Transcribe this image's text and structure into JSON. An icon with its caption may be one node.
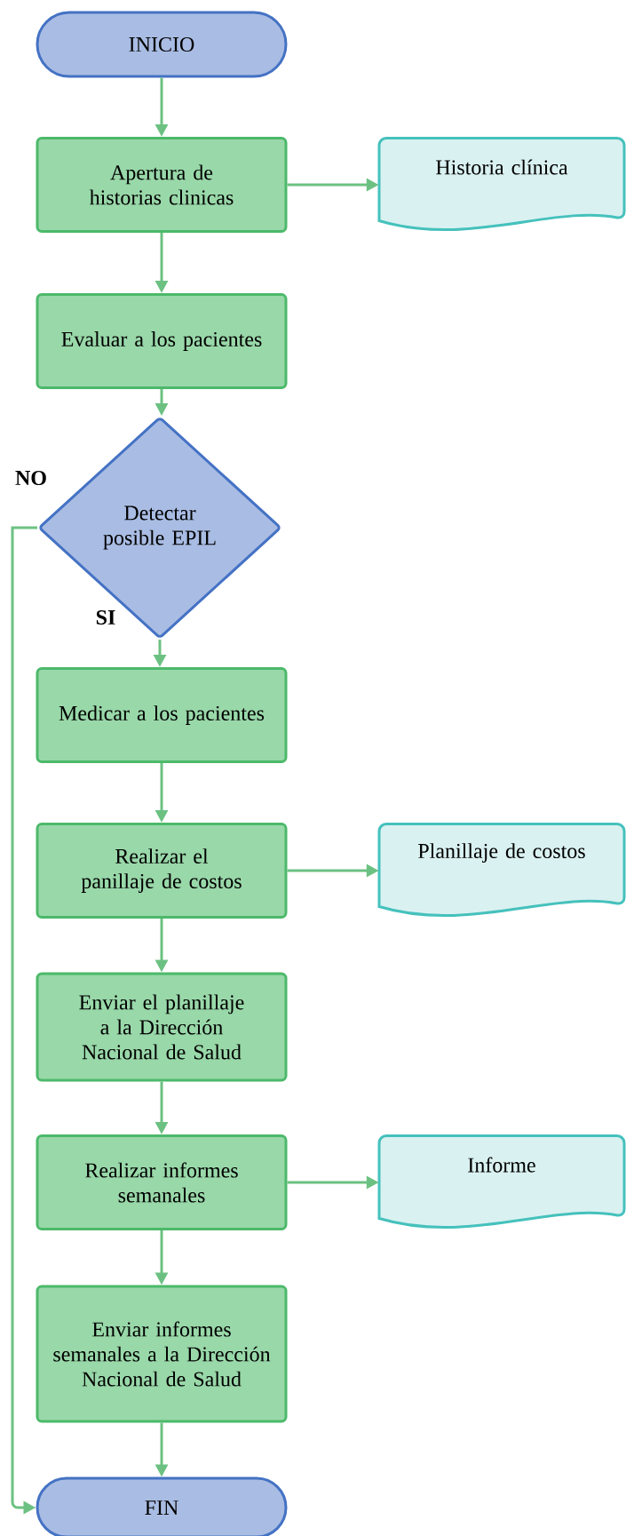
{
  "diagram": {
    "nodes": [
      {
        "text": [
          "INICIO"
        ]
      },
      {
        "text": [
          "Apertura de historias clinicas"
        ]
      },
      {
        "text": [
          "Historia clínica"
        ]
      },
      {
        "text": [
          "Evaluar a los pacientes"
        ]
      },
      {
        "text": [
          "Detectar posible EPIL"
        ]
      },
      {
        "text": [
          "Medicar a los pacientes"
        ]
      },
      {
        "text": [
          "Realizar el panillaje de costos"
        ]
      },
      {
        "text": [
          "Planillaje de costos"
        ]
      },
      {
        "text": [
          "Enviar el planillaje a la Dirección Nacional de Salud"
        ]
      },
      {
        "text": [
          "Realizar informes semanales"
        ]
      },
      {
        "text": [
          "Informe"
        ]
      },
      {
        "text": [
          "Enviar informes semanales a la Dirección Nacional de Salud"
        ]
      },
      {
        "text": [
          "FIN"
        ]
      }
    ],
    "edges": [
      {
        "from": 0,
        "to": 1,
        "arrow": "to"
      },
      {
        "from": 1,
        "to": 2,
        "arrow": "to"
      },
      {
        "from": 1,
        "to": 3,
        "arrow": "to"
      },
      {
        "from": 3,
        "to": 4,
        "arrow": "to"
      },
      {
        "from": 4,
        "to": 5,
        "arrow": "to",
        "label": "SI"
      },
      {
        "from": 4,
        "to": 12,
        "arrow": "to",
        "label": "NO"
      },
      {
        "from": 5,
        "to": 6,
        "arrow": "to"
      },
      {
        "from": 6,
        "to": 7,
        "arrow": "to"
      },
      {
        "from": 6,
        "to": 8,
        "arrow": "to"
      },
      {
        "from": 8,
        "to": 9,
        "arrow": "to"
      },
      {
        "from": 9,
        "to": 10,
        "arrow": "to"
      },
      {
        "from": 9,
        "to": 11,
        "arrow": "to"
      },
      {
        "from": 11,
        "to": 12,
        "arrow": "to"
      }
    ]
  }
}
